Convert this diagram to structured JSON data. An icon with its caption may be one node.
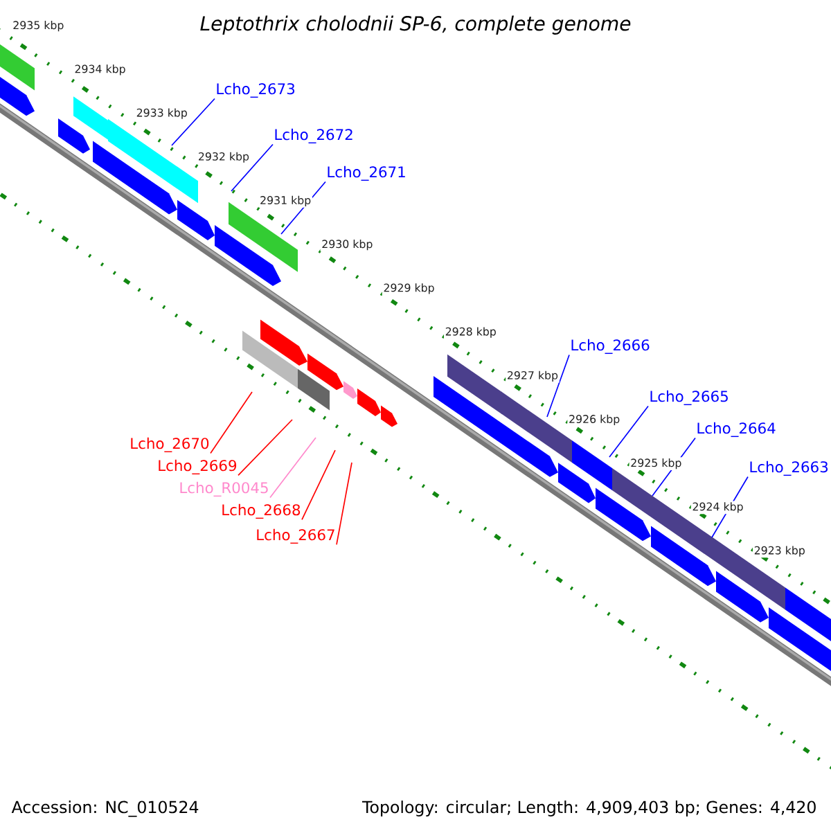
{
  "diagram": {
    "title": "Leptothrix cholodnii SP-6, complete genome",
    "nodes": [
      {
        "text": [
          "Lcho_2673"
        ]
      },
      {
        "text": [
          "Lcho_2672"
        ]
      },
      {
        "text": [
          "Lcho_2671"
        ]
      },
      {
        "text": [
          "Lcho_2670"
        ]
      },
      {
        "text": [
          "Lcho_2669"
        ]
      },
      {
        "text": [
          "Lcho_R0045"
        ]
      },
      {
        "text": [
          "Lcho_2668"
        ]
      },
      {
        "text": [
          "Lcho_2667"
        ]
      },
      {
        "text": [
          "Lcho_2666"
        ]
      },
      {
        "text": [
          "Lcho_2665"
        ]
      },
      {
        "text": [
          "Lcho_2664"
        ]
      },
      {
        "text": [
          "Lcho_2663"
        ]
      }
    ],
    "edges": [
      {
        "from": 0,
        "to": null,
        "arrow": "none"
      },
      {
        "from": 1,
        "to": null,
        "arrow": "none"
      },
      {
        "from": 2,
        "to": null,
        "arrow": "none"
      },
      {
        "from": 3,
        "to": null,
        "arrow": "none",
        "color": "#ff0000"
      },
      {
        "from": 4,
        "to": null,
        "arrow": "none",
        "color": "#ff0000"
      },
      {
        "from": 5,
        "to": null,
        "arrow": "none",
        "color": "#ff88cc"
      },
      {
        "from": 6,
        "to": null,
        "arrow": "none",
        "color": "#ff0000"
      },
      {
        "from": 7,
        "to": null,
        "arrow": "none",
        "color": "#ff0000"
      },
      {
        "from": 8,
        "to": null,
        "arrow": "none"
      },
      {
        "from": 9,
        "to": null,
        "arrow": "none"
      },
      {
        "from": 10,
        "to": null,
        "arrow": "none"
      },
      {
        "from": 11,
        "to": null,
        "arrow": "none"
      }
    ],
    "labels": [
      "2935 kbp",
      "2934 kbp",
      "2933 kbp",
      "2932 kbp",
      "2931 kbp",
      "2930 kbp",
      "2929 kbp",
      "2928 kbp",
      "2927 kbp",
      "2926 kbp",
      "2925 kbp",
      "2924 kbp",
      "2923 kbp",
      "Accession: NC_010524",
      "Topology: circular; Length: 4,909,403 bp; Genes: 4,420"
    ]
  }
}
